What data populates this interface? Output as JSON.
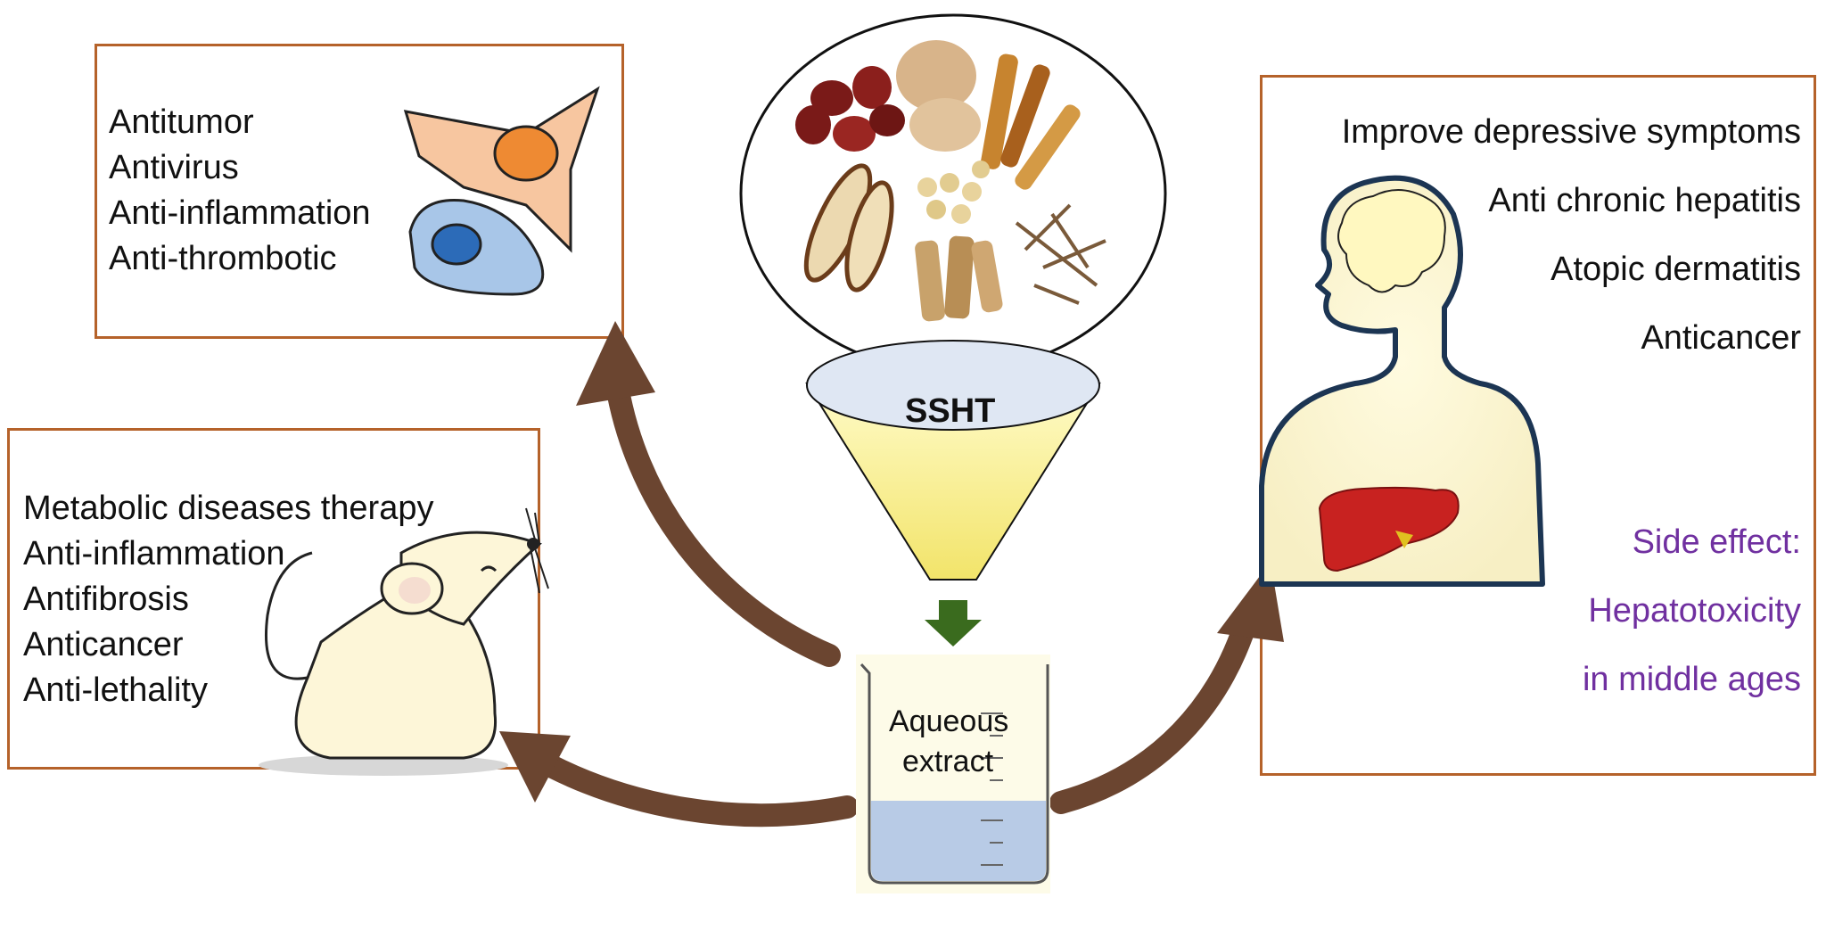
{
  "center": {
    "funnel_label": "SSHT",
    "beaker_label_line1": "Aqueous",
    "beaker_label_line2": "extract"
  },
  "cell_box": {
    "items": [
      "Antitumor",
      "Antivirus",
      "Anti-inflammation",
      "Anti-thrombotic"
    ]
  },
  "mouse_box": {
    "items": [
      "Metabolic diseases therapy",
      "Anti-inflammation",
      "Antifibrosis",
      "Anticancer",
      "Anti-lethality"
    ]
  },
  "human_box": {
    "items": [
      "Improve depressive symptoms",
      "Anti chronic hepatitis",
      "Atopic dermatitis",
      "Anticancer"
    ],
    "side_effect_lines": [
      "Side effect:",
      "Hepatotoxicity",
      "in middle ages"
    ]
  },
  "colors": {
    "box_border": "#b5622a",
    "arrow": "#6b4530",
    "side_effect_text": "#7030a0",
    "funnel_fill": "#fff59a",
    "beaker_liquid": "#b8cbe6",
    "down_arrow": "#3a6b1e"
  }
}
